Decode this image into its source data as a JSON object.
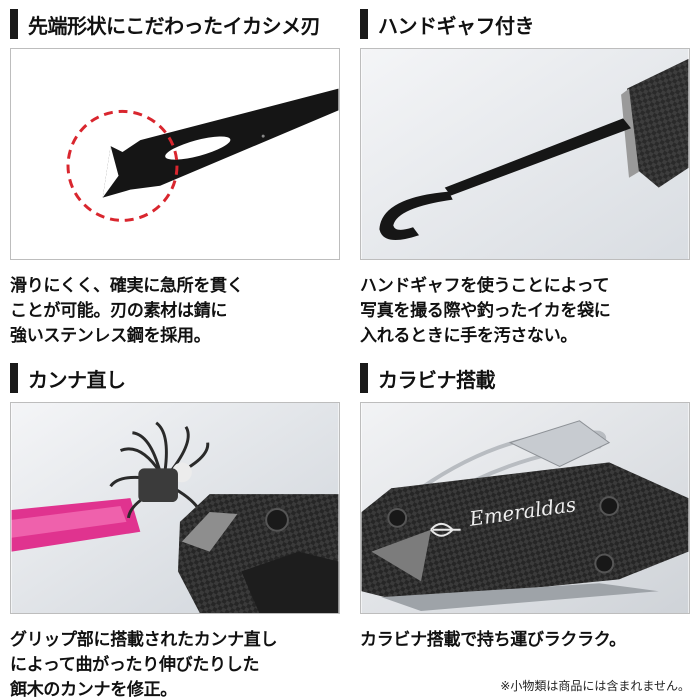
{
  "panels": [
    {
      "title": "先端形状にこだわったイカシメ刃",
      "lines": [
        "滑りにくく、確実に急所を貫く",
        "ことが可能。刃の素材は錆に",
        "強いステンレス鋼を採用。"
      ]
    },
    {
      "title": "ハンドギャフ付き",
      "lines": [
        "ハンドギャフを使うことによって",
        "写真を撮る際や釣ったイカを袋に",
        "入れるときに手を汚さない。"
      ]
    },
    {
      "title": "カンナ直し",
      "lines": [
        "グリップ部に搭載されたカンナ直し",
        "によって曲がったり伸びたりした",
        "餌木のカンナを修正。"
      ]
    },
    {
      "title": "カラビナ搭載",
      "lines": [
        "カラビナ搭載で持ち運びラクラク。"
      ]
    }
  ],
  "brand_mark": "Emeraldas",
  "footnote": "※小物類は商品には含まれません。"
}
